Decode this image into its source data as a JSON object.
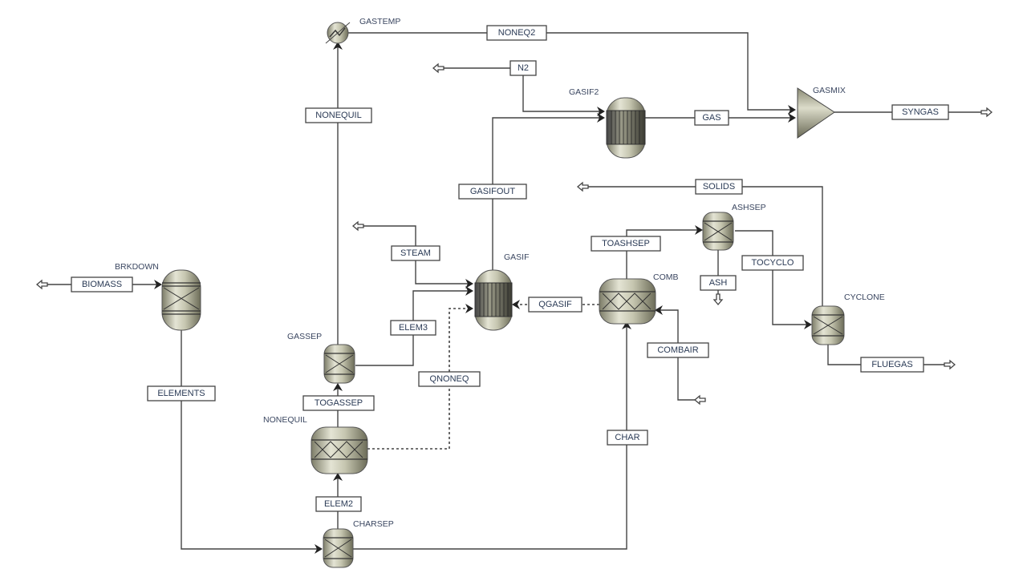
{
  "blocks": {
    "gastemp": "GASTEMP",
    "gasif2": "GASIF2",
    "gasmix": "GASMIX",
    "gasif": "GASIF",
    "ashsep": "ASHSEP",
    "comb": "COMB",
    "cyclone": "CYCLONE",
    "brkdown": "BRKDOWN",
    "gassep": "GASSEP",
    "nonequil": "NONEQUIL",
    "charsep": "CHARSEP"
  },
  "streams": {
    "noneq2": "NONEQ2",
    "n2": "N2",
    "nonequil": "NONEQUIL",
    "gas": "GAS",
    "syngas": "SYNGAS",
    "solids": "SOLIDS",
    "gasifout": "GASIFOUT",
    "steam": "STEAM",
    "toashsep": "TOASHSEP",
    "tocyclo": "TOCYCLO",
    "ash": "ASH",
    "biomass": "BIOMASS",
    "qgasif": "QGASIF",
    "elem3": "ELEM3",
    "combair": "COMBAIR",
    "fluegas": "FLUEGAS",
    "elements": "ELEMENTS",
    "qnoneq": "QNONEQ",
    "togassep": "TOGASSEP",
    "char": "CHAR",
    "elem2": "ELEM2"
  }
}
